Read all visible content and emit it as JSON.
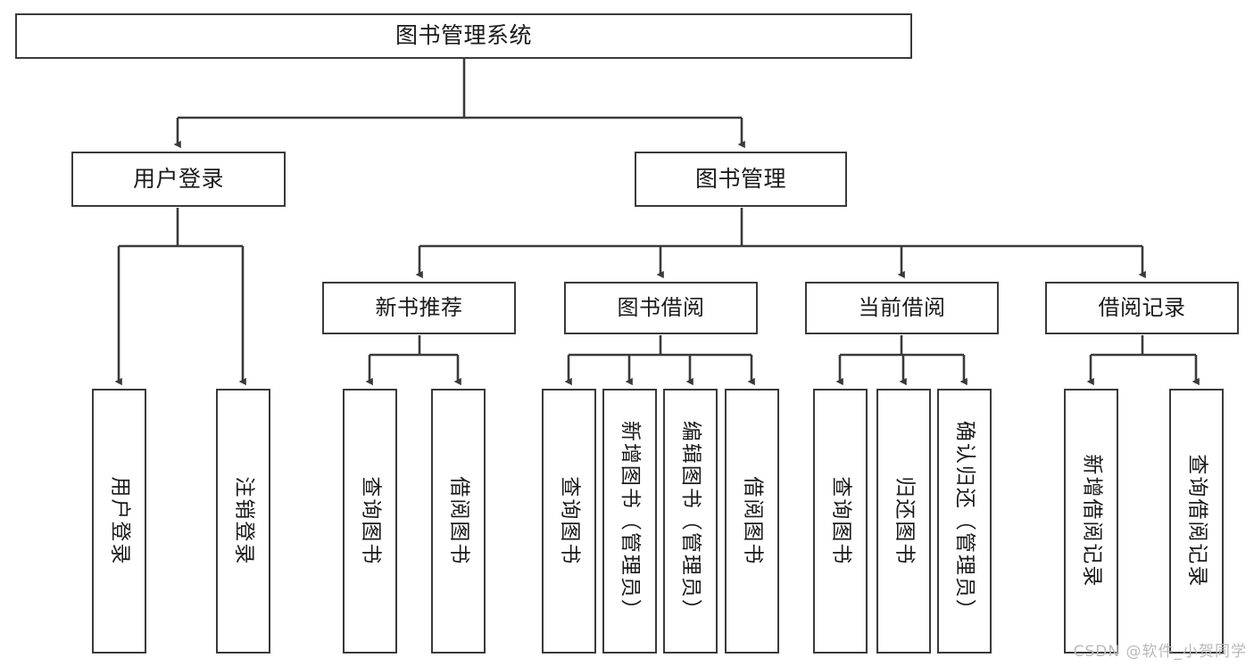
{
  "diagram": {
    "title": "图书管理系统",
    "type": "tree",
    "watermark": "CSDN @软件_小贺同学",
    "colors": {
      "box_border": "#3a3a3a",
      "box_fill": "#ffffff",
      "edge": "#3a3a3a",
      "text": "#1a1a1a",
      "watermark": "#b9b9b9"
    },
    "levels": {
      "root": {
        "label": "图书管理系统"
      },
      "level2": [
        {
          "id": "user-login",
          "label": "用户登录"
        },
        {
          "id": "book-manage",
          "label": "图书管理"
        }
      ],
      "level3": [
        {
          "id": "new-book-recommend",
          "label": "新书推荐",
          "parent": "book-manage"
        },
        {
          "id": "book-borrow",
          "label": "图书借阅",
          "parent": "book-manage"
        },
        {
          "id": "current-borrow",
          "label": "当前借阅",
          "parent": "book-manage"
        },
        {
          "id": "borrow-record",
          "label": "借阅记录",
          "parent": "book-manage"
        }
      ],
      "leaves": [
        {
          "id": "leaf-user-login",
          "label": "用户登录",
          "parent": "user-login"
        },
        {
          "id": "leaf-logout",
          "label": "注销登录",
          "parent": "user-login"
        },
        {
          "id": "leaf-query-book-1",
          "label": "查询图书",
          "parent": "new-book-recommend"
        },
        {
          "id": "leaf-borrow-book-1",
          "label": "借阅图书",
          "parent": "new-book-recommend"
        },
        {
          "id": "leaf-query-book-2",
          "label": "查询图书",
          "parent": "book-borrow"
        },
        {
          "id": "leaf-add-book",
          "label": "新增图书（管理员）",
          "parent": "book-borrow"
        },
        {
          "id": "leaf-edit-book",
          "label": "编辑图书（管理员）",
          "parent": "book-borrow"
        },
        {
          "id": "leaf-borrow-book-2",
          "label": "借阅图书",
          "parent": "book-borrow"
        },
        {
          "id": "leaf-query-book-3",
          "label": "查询图书",
          "parent": "current-borrow"
        },
        {
          "id": "leaf-return-book",
          "label": "归还图书",
          "parent": "current-borrow"
        },
        {
          "id": "leaf-confirm-return",
          "label": "确认归还（管理员）",
          "parent": "current-borrow"
        },
        {
          "id": "leaf-add-record",
          "label": "新增借阅记录",
          "parent": "borrow-record"
        },
        {
          "id": "leaf-query-record",
          "label": "查询借阅记录",
          "parent": "borrow-record"
        }
      ]
    }
  }
}
